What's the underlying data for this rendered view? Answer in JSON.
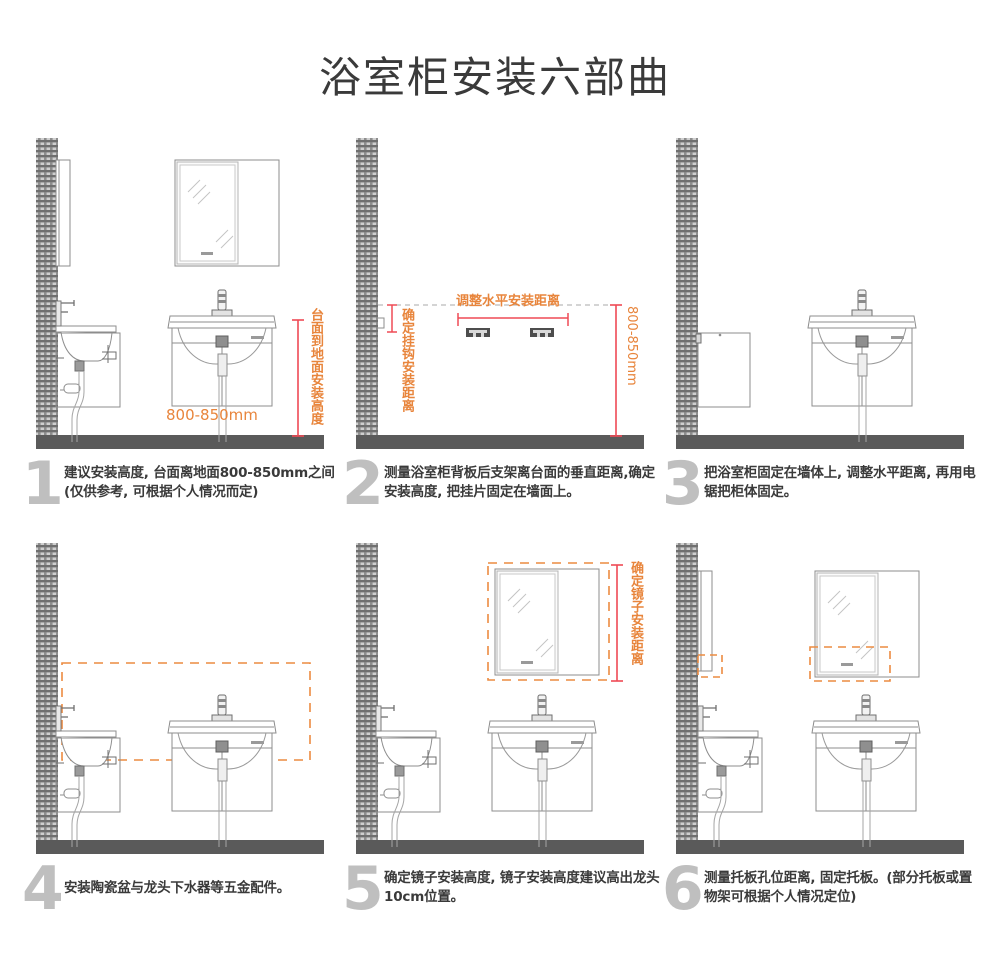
{
  "header": {
    "title": "浴室柜安装六部曲"
  },
  "colors": {
    "accent_orange": "#ec8b41",
    "dimension_red": "#ef4a55",
    "step_number_gray": "#bfbfbf",
    "floor_gray": "#5a5a5a",
    "wall_gray": "#8a8a8a",
    "line_gray": "#8d8d8d",
    "text_dark": "#3a3a3a"
  },
  "steps": [
    {
      "number": "1",
      "text": "建议安装高度, 台面离地面800-850mm之间 (仅供参考, 可根据个人情况而定)",
      "labels": {
        "dimension_horizontal": "800-850mm",
        "dimension_vertical": "台面到地面安装高度"
      }
    },
    {
      "number": "2",
      "text": "测量浴室柜背板后支架离台面的垂直距离,确定安装高度, 把挂片固定在墙面上。",
      "labels": {
        "top_horizontal": "调整水平安装距离",
        "left_vertical": "确定挂钩安装距离",
        "right_vertical": "800-850mm"
      }
    },
    {
      "number": "3",
      "text": "把浴室柜固定在墙体上, 调整水平距离, 再用电锯把柜体固定。",
      "labels": {}
    },
    {
      "number": "4",
      "text": "安装陶瓷盆与龙头下水器等五金配件。",
      "labels": {}
    },
    {
      "number": "5",
      "text": "确定镜子安装高度, 镜子安装高度建议高出龙头10cm位置。",
      "labels": {
        "right_vertical": "确定镜子安装距离"
      }
    },
    {
      "number": "6",
      "text": "测量托板孔位距离, 固定托板。(部分托板或置物架可根据个人情况定位)",
      "labels": {}
    }
  ]
}
